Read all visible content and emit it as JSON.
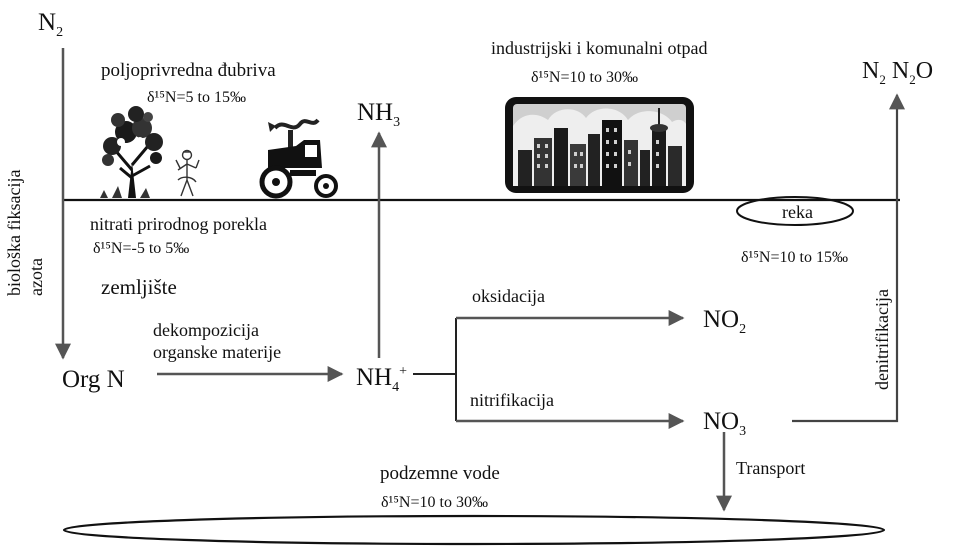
{
  "labels": {
    "n2_top_left": "N",
    "n2_top_left_sub": "2",
    "poljoprivredna": "poljoprivredna đubriva",
    "delta_poljo": "δ¹⁵N=5 to 15‰",
    "nh3": "NH",
    "nh3_sub": "3",
    "industrijski": "industrijski i komunalni otpad",
    "delta_industrijski": "δ¹⁵N=10 to 30‰",
    "n2_right": "N",
    "n2_right_sub": "2",
    "n2o_right": "N",
    "n2o_right_sub": "2",
    "n2o_right_o": "O",
    "bioloska_line1": "biološka fiksacija",
    "bioloska_line2": "azota",
    "nitrati": "nitrati prirodnog porekla",
    "delta_nitrati": "δ¹⁵N=-5 to 5‰",
    "zemljiste": "zemljište",
    "reka": "reka",
    "delta_reka": "δ¹⁵N=10 to 15‰",
    "denitrifikacija": "denitrifikacija",
    "oksidacija": "oksidacija",
    "no2": "NO",
    "no2_sub": "2",
    "dekompozicija_line1": "dekompozicija",
    "dekompozicija_line2": "organske materije",
    "org_n": "Org N",
    "nh4": "NH",
    "nh4_sub": "4",
    "nh4_sup": "+",
    "nitrifikacija": "nitrifikacija",
    "no3": "NO",
    "no3_sub": "3",
    "transport": "Transport",
    "podzemne": "podzemne vode",
    "delta_podzemne": "δ¹⁵N=10 to 30‰"
  },
  "icons": {
    "tree": "tree-icon",
    "figure": "farmer-figure-icon",
    "tractor": "tractor-icon",
    "city": "city-skyline-icon"
  }
}
